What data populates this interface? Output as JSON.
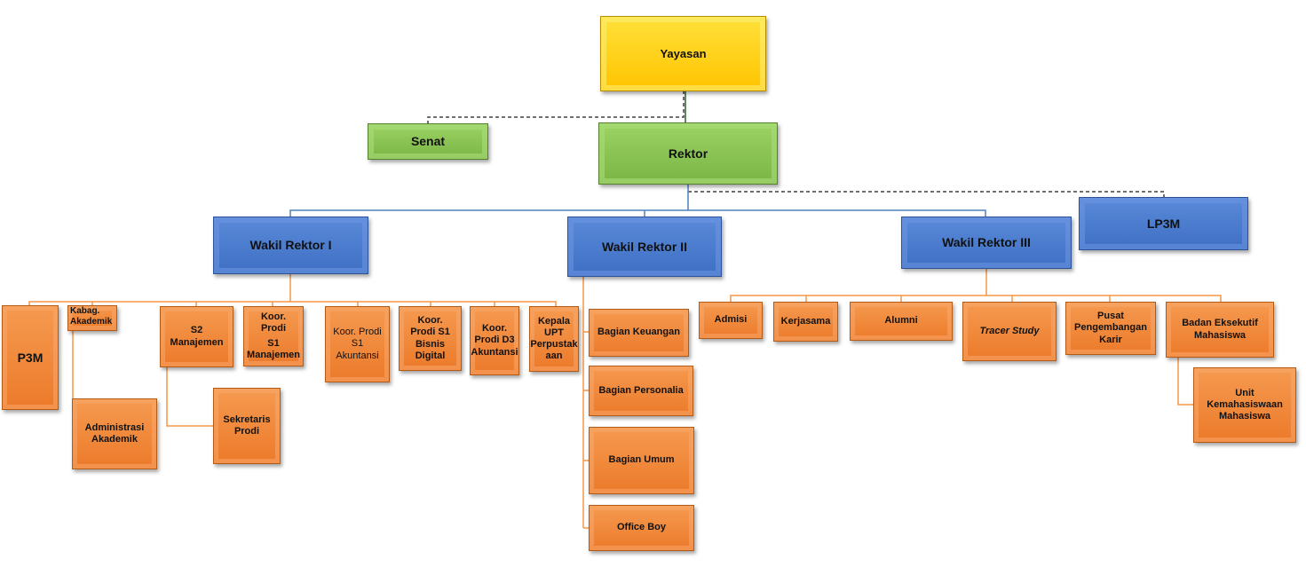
{
  "colors": {
    "top": "#ffc400",
    "level2": "#79b545",
    "level3": "#3e6fc4",
    "unit": "#ec7a2a",
    "connector_blue": "#4f81bd",
    "connector_orange": "#f79646",
    "connector_dashed": "#404040"
  },
  "nodes": {
    "yayasan": "Yayasan",
    "senat": "Senat",
    "rektor": "Rektor",
    "lp3m": "LP3M",
    "wr1": "Wakil  Rektor I",
    "wr2": "Wakil  Rektor II",
    "wr3": "Wakil Rektor III",
    "p3m": "P3M",
    "kabag_akademik": "Kabag. Akademik",
    "administrasi_akademik": "Administrasi Akademik",
    "s2_manajemen": "S2 Manajemen",
    "sekretaris_prodi": "Sekretaris Prodi",
    "koor_s1_manajemen_line1": "Koor. Prodi",
    "koor_s1_manajemen_line2": "S1 Manajemen",
    "koor_s1_akuntansi": "Koor. Prodi S1 Akuntansi",
    "koor_s1_bisnis_digital": "Koor. Prodi S1 Bisnis Digital",
    "koor_d3_akuntansi": "Koor. Prodi D3 Akuntansi",
    "kepala_upt": "Kepala UPT Perpustak aan",
    "bagian_keuangan": "Bagian Keuangan",
    "bagian_personalia": "Bagian Personalia",
    "bagian_umum": "Bagian Umum",
    "office_boy": "Office Boy",
    "admisi": "Admisi",
    "kerjasama": "Kerjasama",
    "alumni": "Alumni",
    "tracer_study": "Tracer Study",
    "pusat_karir": "Pusat Pengembangan Karir",
    "bem": "Badan Eksekutif Mahasiswa",
    "unit_kemahasiswaan": "Unit Kemahasiswaan Mahasiswa"
  }
}
